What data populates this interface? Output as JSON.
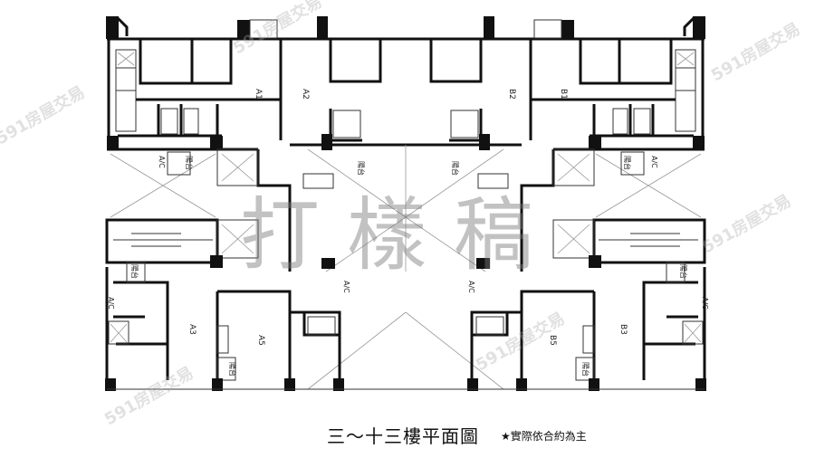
{
  "plan": {
    "caption": "三～十三樓平面圖",
    "note": "★實際依合約為主",
    "watermark": "打樣稿",
    "site_watermark": "591房屋交易",
    "units": [
      "A1",
      "A2",
      "B2",
      "B1",
      "A3",
      "A5",
      "B5",
      "B3"
    ],
    "balcony_label": "陽台",
    "ac_label": "A/C"
  }
}
